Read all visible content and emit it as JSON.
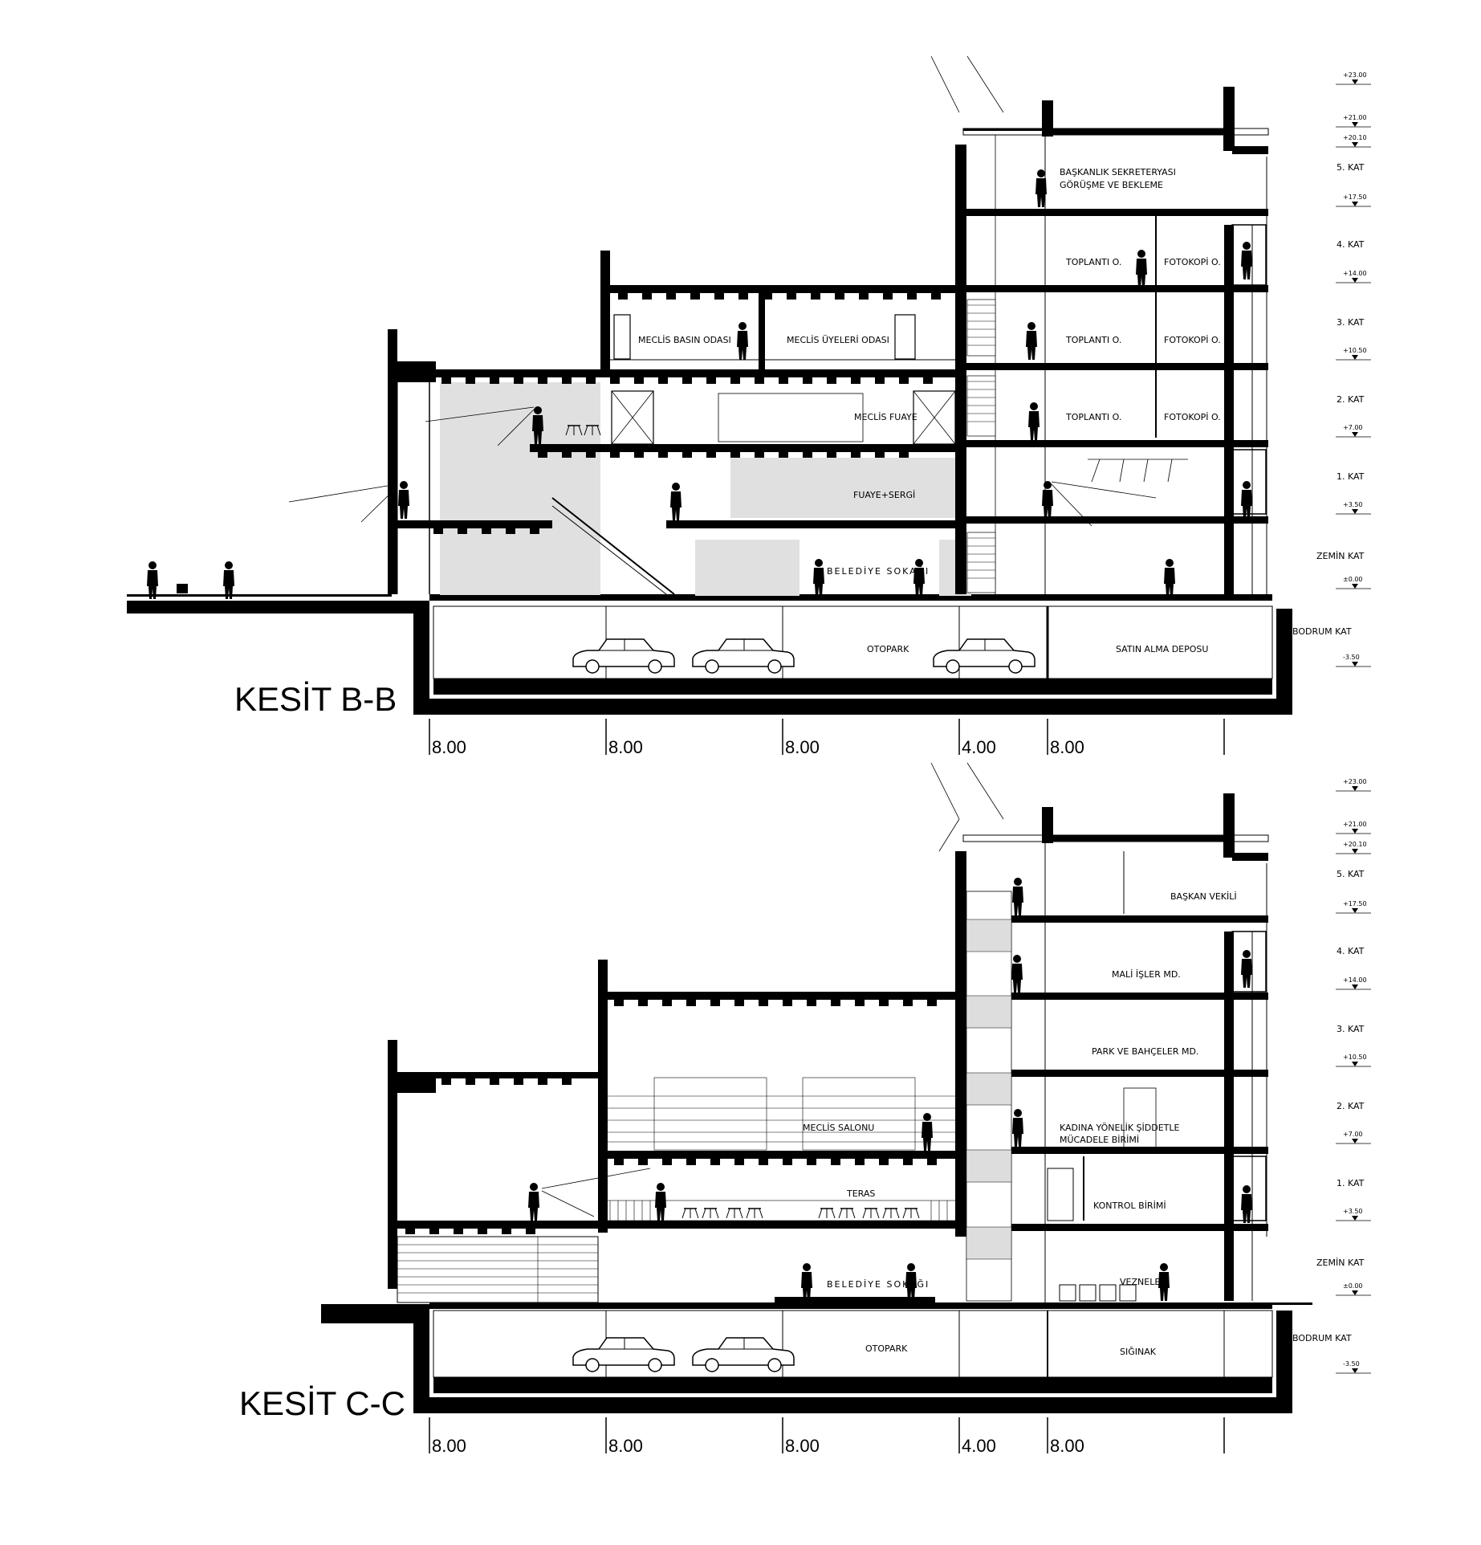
{
  "sections": [
    {
      "id": "bb",
      "title": "KESİT B-B",
      "rooms": [
        "BAŞKANLIK SEKRETERYASI",
        "GÖRÜŞME VE BEKLEME",
        "TOPLANTI O.",
        "FOTOKOPİ O.",
        "MECLİS BASIN ODASI",
        "MECLİS ÜYELERİ ODASI",
        "TOPLANTI O.",
        "FOTOKOPİ O.",
        "MECLİS FUAYE",
        "TOPLANTI O.",
        "FOTOKOPİ O.",
        "FUAYE+SERGİ",
        "BELEDİYE SOKAĞI",
        "OTOPARK",
        "SATIN ALMA DEPOSU"
      ],
      "levels": [
        "5. KAT",
        "4. KAT",
        "3. KAT",
        "2. KAT",
        "1. KAT",
        "ZEMİN KAT",
        "BODRUM KAT"
      ],
      "elevations": [
        "+23.00",
        "+21.00",
        "+20.10",
        "+17.50",
        "+14.00",
        "+10.50",
        "+7.00",
        "+3.50",
        "±0.00",
        "-3.50"
      ],
      "dimensions": [
        "8.00",
        "8.00",
        "8.00",
        "4.00",
        "8.00"
      ]
    },
    {
      "id": "cc",
      "title": "KESİT C-C",
      "rooms": [
        "BAŞKAN VEKİLİ",
        "MALİ İŞLER MD.",
        "PARK VE BAHÇELER MD.",
        "KADINA YÖNELİK ŞİDDETLE",
        "MÜCADELE BİRİMİ",
        "MECLİS SALONU",
        "KONTROL BİRİMİ",
        "TERAS",
        "BELEDİYE SOKAĞI",
        "VEZNELER",
        "OTOPARK",
        "SIĞINAK"
      ],
      "levels": [
        "5. KAT",
        "4. KAT",
        "3. KAT",
        "2. KAT",
        "1. KAT",
        "ZEMİN KAT",
        "BODRUM KAT"
      ],
      "elevations": [
        "+23.00",
        "+21.00",
        "+20.10",
        "+17.50",
        "+14.00",
        "+10.50",
        "+7.00",
        "+3.50",
        "±0.00",
        "-3.50"
      ],
      "dimensions": [
        "8.00",
        "8.00",
        "8.00",
        "4.00",
        "8.00"
      ]
    }
  ]
}
